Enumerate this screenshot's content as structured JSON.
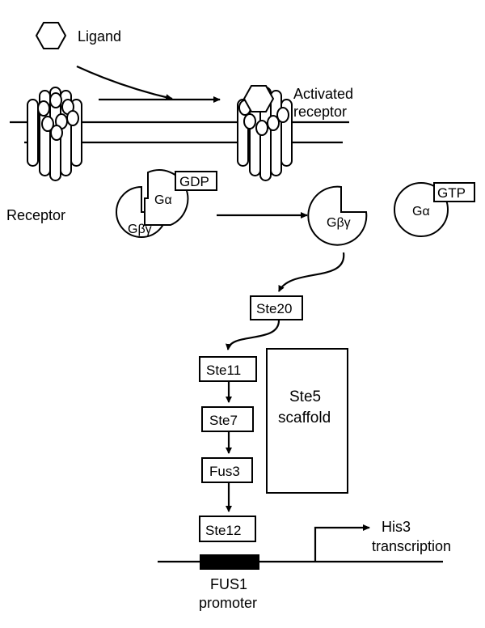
{
  "labels": {
    "ligand": "Ligand",
    "activated_line1": "Activated",
    "activated_line2": "receptor",
    "receptor": "Receptor",
    "gdp": "GDP",
    "gtp": "GTP",
    "g_alpha": "Gα",
    "g_beta_gamma": "Gβγ",
    "ste20": "Ste20",
    "ste11": "Ste11",
    "ste7": "Ste7",
    "fus3": "Fus3",
    "ste12": "Ste12",
    "ste5_line1": "Ste5",
    "ste5_line2": "scaffold",
    "his3_line1": "His3",
    "his3_line2": "transcription",
    "fus1_line1": "FUS1",
    "fus1_line2": "promoter"
  }
}
